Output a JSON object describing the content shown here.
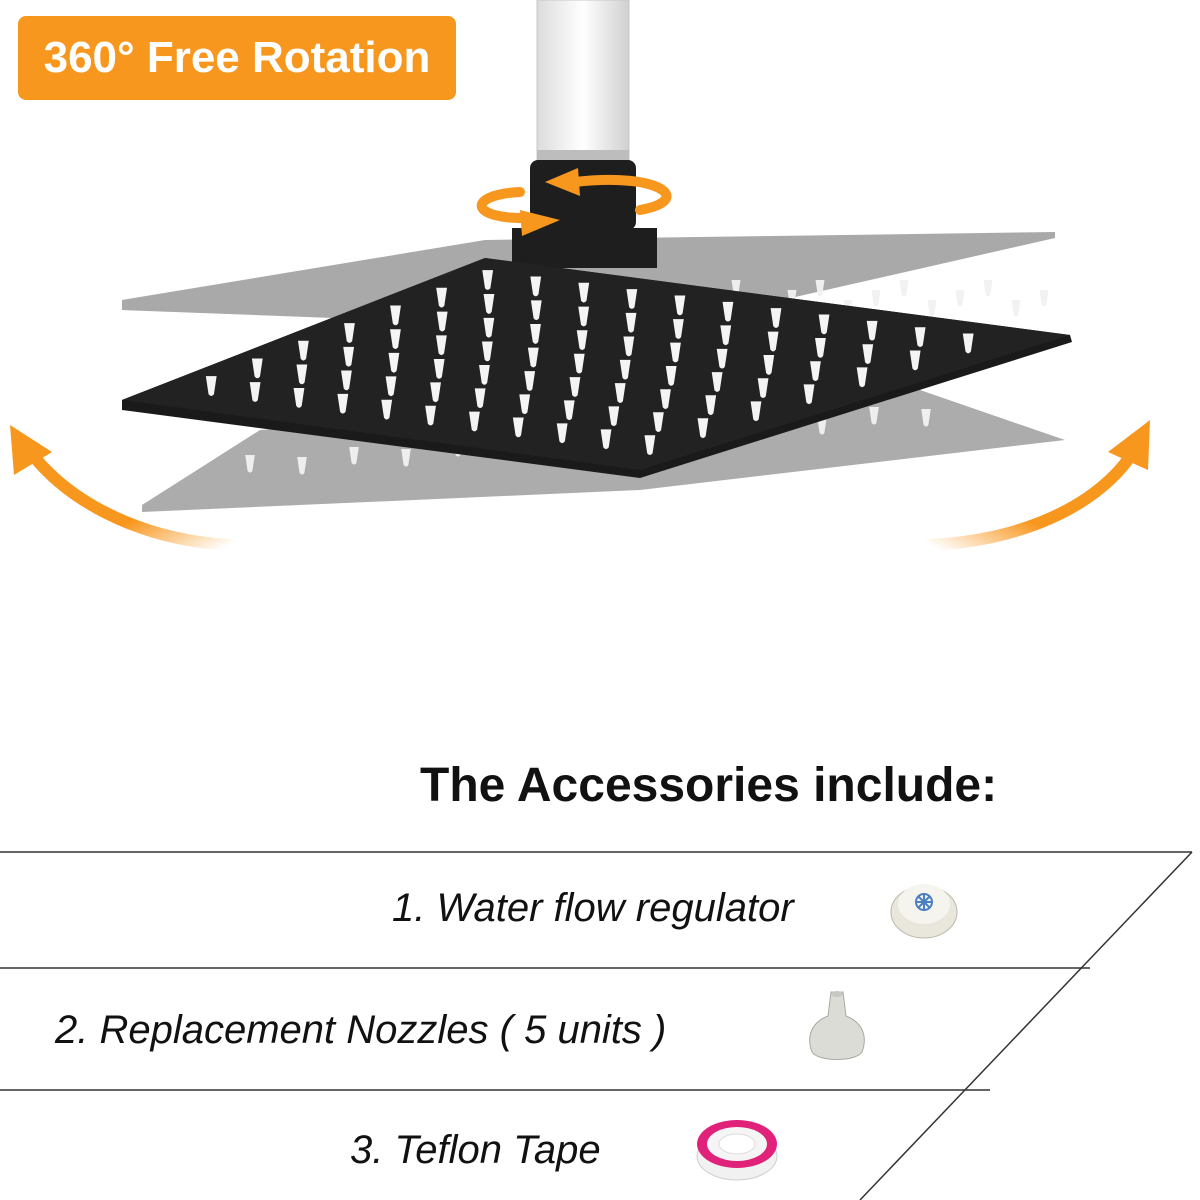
{
  "badge": {
    "text": "360° Free Rotation",
    "color": "#f7971e"
  },
  "heading": "The Accessories include:",
  "accessories": [
    {
      "label": "1. Water flow regulator",
      "icon": "flow-regulator-icon"
    },
    {
      "label": "2. Replacement Nozzles ( 5 units )",
      "icon": "nozzle-icon"
    },
    {
      "label": "3. Teflon Tape",
      "icon": "teflon-tape-icon"
    }
  ],
  "colors": {
    "accent": "#f7971e",
    "showerhead": "#1a1a1a",
    "ghost": "#9a9a9a"
  }
}
